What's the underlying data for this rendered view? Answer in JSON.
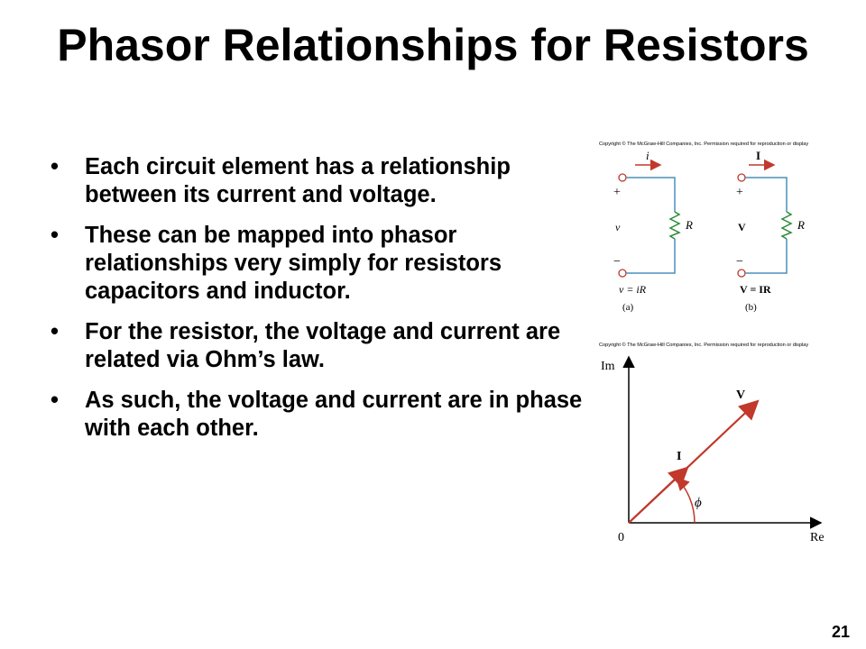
{
  "slide": {
    "title": "Phasor Relationships for Resistors",
    "bullets": [
      "Each circuit element has a relationship between its current and voltage.",
      "These can be mapped into phasor relationships very simply for resistors capacitors and inductor.",
      "For the resistor, the voltage and current are related via Ohm’s law.",
      "As such, the voltage and current are in phase with each other."
    ],
    "bullet_symbol": "•",
    "page_number": "21"
  },
  "circuit_figure": {
    "copyright": "Copyright © The McGraw-Hill Companies, Inc. Permission required for reproduction or display",
    "left": {
      "current": "i",
      "plus": "+",
      "minus": "−",
      "voltage": "v",
      "resistor": "R",
      "equation": "v = iR",
      "caption": "(a)"
    },
    "right": {
      "current": "I",
      "plus": "+",
      "minus": "−",
      "voltage": "V",
      "resistor": "R",
      "equation": "V = IR",
      "caption": "(b)"
    },
    "colors": {
      "wire": "#4a90b8",
      "arrow": "#c0392b",
      "resistor": "#2e8b3a"
    }
  },
  "phasor_figure": {
    "copyright": "Copyright © The McGraw-Hill Companies, Inc. Permission required for reproduction or display",
    "y_axis_label": "Im",
    "x_axis_label": "Re",
    "origin_label": "0",
    "voltage_phasor": "V",
    "current_phasor": "I",
    "angle_label": "ϕ",
    "colors": {
      "phasor": "#c0392b"
    }
  }
}
